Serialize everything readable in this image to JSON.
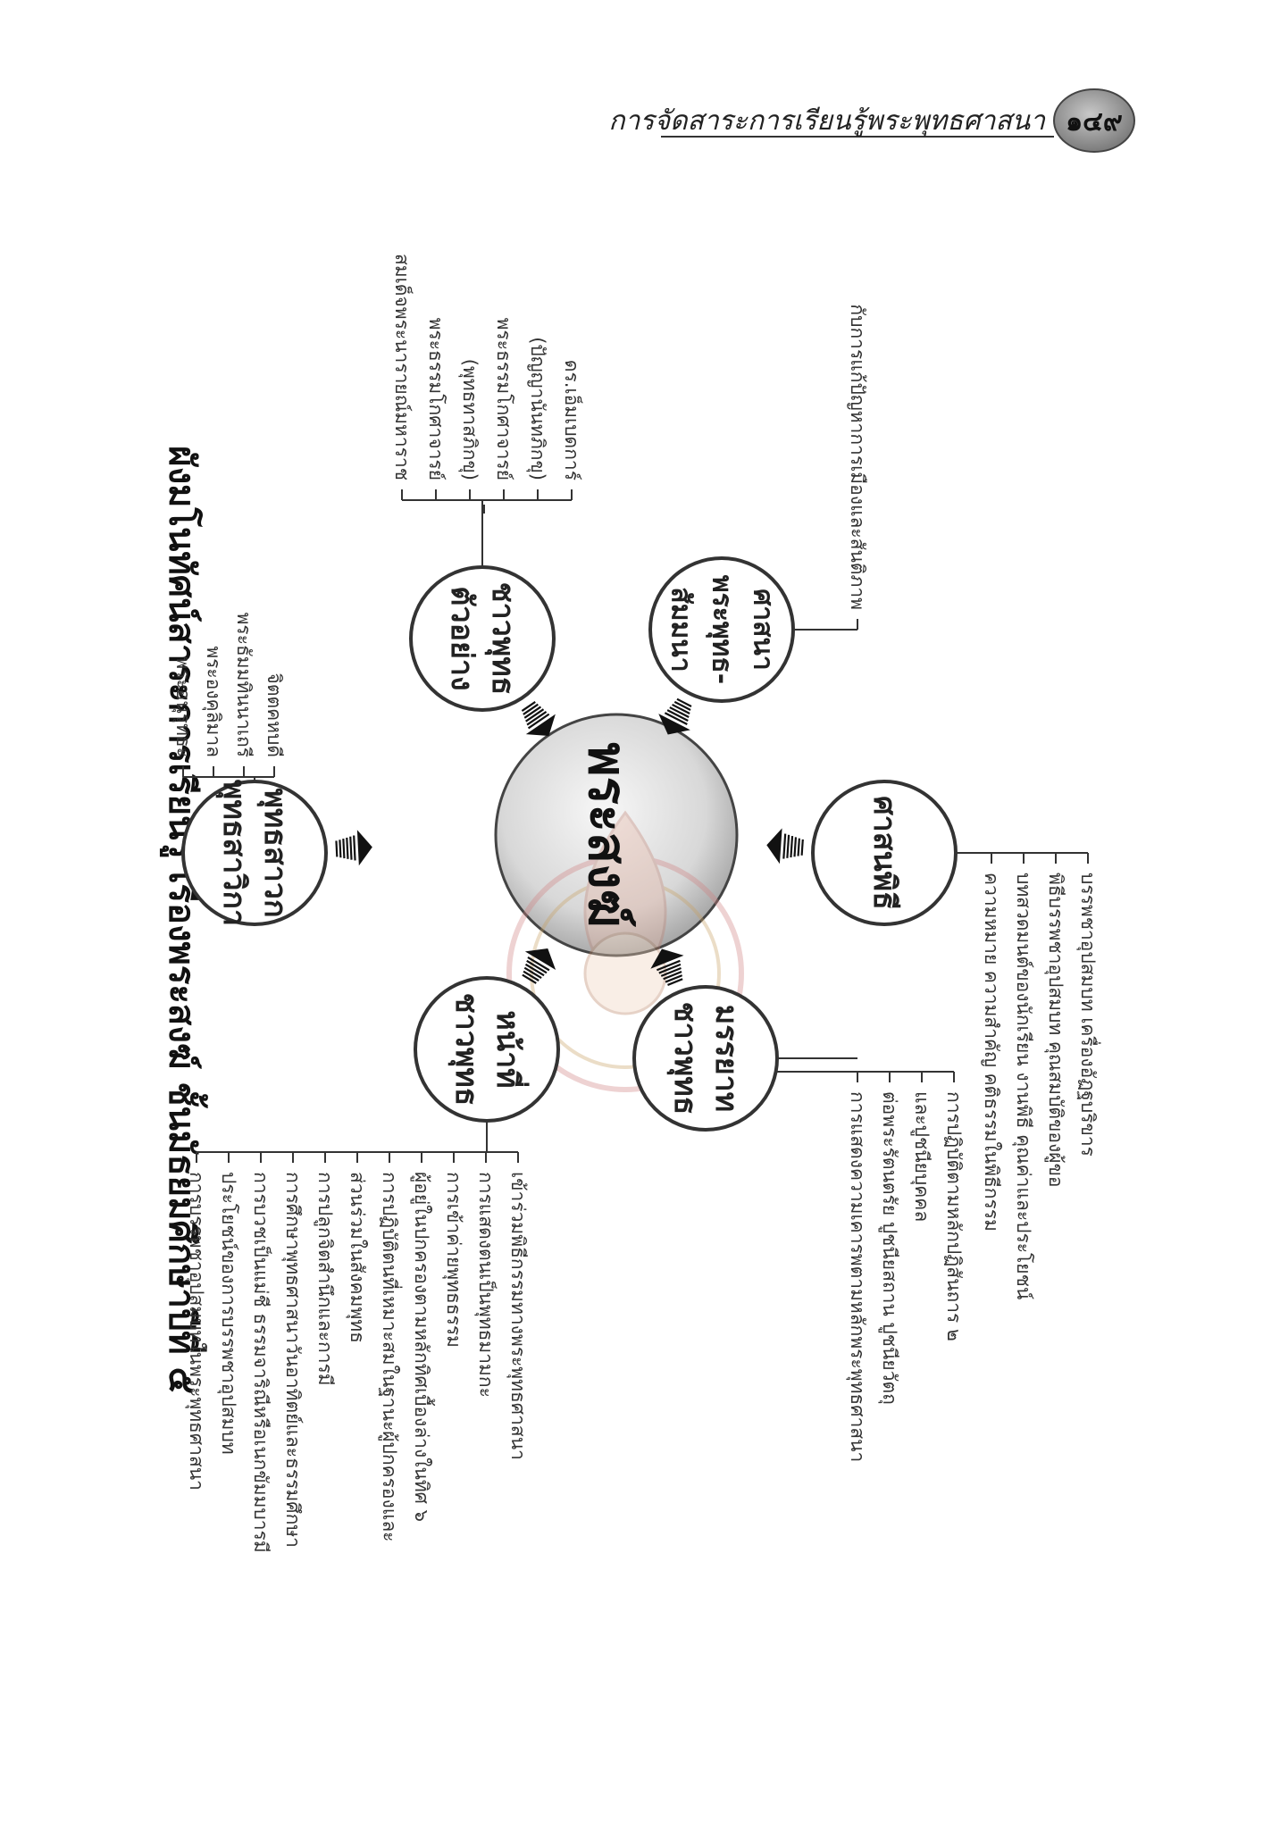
{
  "header": {
    "running_title": "การจัดสาระการเรียนรู้พระพุทธศาสนา",
    "page_number": "๑๔๙"
  },
  "title": "ผังมโนทัศน์สาระการเรียนรู้ เรื่องพระสงฆ์ ชั้นมัธยมศึกษาปีที่ ๕",
  "center": {
    "label": "พระสงฆ์"
  },
  "nodes": [
    {
      "id": "model",
      "label": [
        "ชาวพุทธ",
        "ตัวอย่าง"
      ],
      "items": [
        "สมเด็จพระนารายณ์มหาราช",
        "พระธรรมโกศาจารย์",
        "(พุทธทาสภิกขุ)",
        "พระธรรมโกศาจารย์",
        "(ปัญญานันทภิกขุ)",
        "ดร.เอ็มเบดการ์"
      ]
    },
    {
      "id": "disciples",
      "label": [
        "พุทธสาวก",
        "พุทธสาวิกา"
      ],
      "items": [
        "พระอนุรุทธะ",
        "พระองคุลิมาล",
        "พระธัมมทินนาเถรี",
        "จิตตคหบดี"
      ]
    },
    {
      "id": "duties",
      "label": [
        "หน้าที่",
        "ชาวพุทธ"
      ],
      "items": [
        "การบรรพชาอุปสมบทในพระพุทธศาสนา",
        "ประโยชน์ของการบรรพชาอุปสมบท",
        "การบวชเป็นแม่ชี ธรรมจาริณีหรือเนกขัมมบารมี",
        "การศึกษาพุทธศาสนาวันอาทิตย์และธรรมศึกษา",
        "การปลูกจิตสำนึกและการมี",
        "ส่วนร่วมในสังคมพุทธ",
        "การปฏิบัติตนที่เหมาะสมในฐานะผู้ปกครองและ",
        "ผู้อยู่ในปกครองตามหลักทิศเบื้องล่างในทิศ ๖",
        "การเข้าค่ายพุทธธรรม",
        "การแสดงตนเป็นพุทธมามกะ",
        "เข้าร่วมพิธีกรรมทางพระพุทธศาสนา"
      ]
    },
    {
      "id": "etiquette",
      "label": [
        "มรรยาท",
        "ชาวพุทธ"
      ],
      "items": [
        "การแสดงความเคารพตามหลักพระพุทธศาสนา",
        "ต่อพระรัตนตรัย ปูชนียสถาน ปูชนียวัตถุ",
        "และปูชนียบุคคล",
        "การปฏิบัติตามหลักปฏิสันถาร ๒"
      ]
    },
    {
      "id": "ceremony",
      "label": [
        "ศาสนพิธี"
      ],
      "items": [
        "ความหมาย ความสำคัญ คติธรรมในพิธีกรรม",
        "บทสวดมนต์ของนักเรียน งานพิธี คุณค่าและประโยชน์",
        "พิธีบรรพชาอุปสมบท คุณสมบัติของผู้ขอ",
        "บรรพชาอุปสมบท เครื่องอัฏฐบริขาร"
      ]
    },
    {
      "id": "society",
      "label": [
        "ศาสนา",
        "พระพุทธ-",
        "สัมมนา"
      ],
      "items": [
        "กับการแก้ปัญหาการเมืองและสันติภาพ"
      ]
    }
  ],
  "colors": {
    "ink": "#222222",
    "center_fill_light": "#f2f2f2",
    "center_fill_dark": "#a8a8a8",
    "header_badge": "#888888"
  },
  "icons": [
    "arrow-bars-icon",
    "seal-watermark-icon"
  ]
}
